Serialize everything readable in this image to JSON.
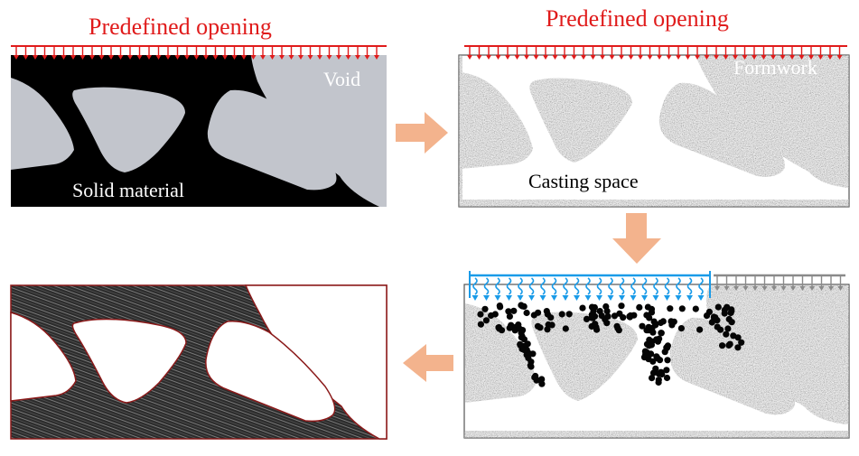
{
  "labels": {
    "opening_left": "Predefined opening",
    "opening_right": "Predefined opening",
    "void": "Void",
    "formwork": "Formwork",
    "solid_material": "Solid material",
    "casting_space": "Casting space"
  },
  "colors": {
    "red": "#e01b1b",
    "blue": "#1a9be8",
    "grey_arrow": "#8a8a8a",
    "void_grey": "#c2c5cc",
    "solid_black": "#000000",
    "formwork_grey": "#7b7b7b",
    "flow_arrow": "#f3b38d",
    "border": "#444444",
    "final_border": "#8b1a1a"
  }
}
